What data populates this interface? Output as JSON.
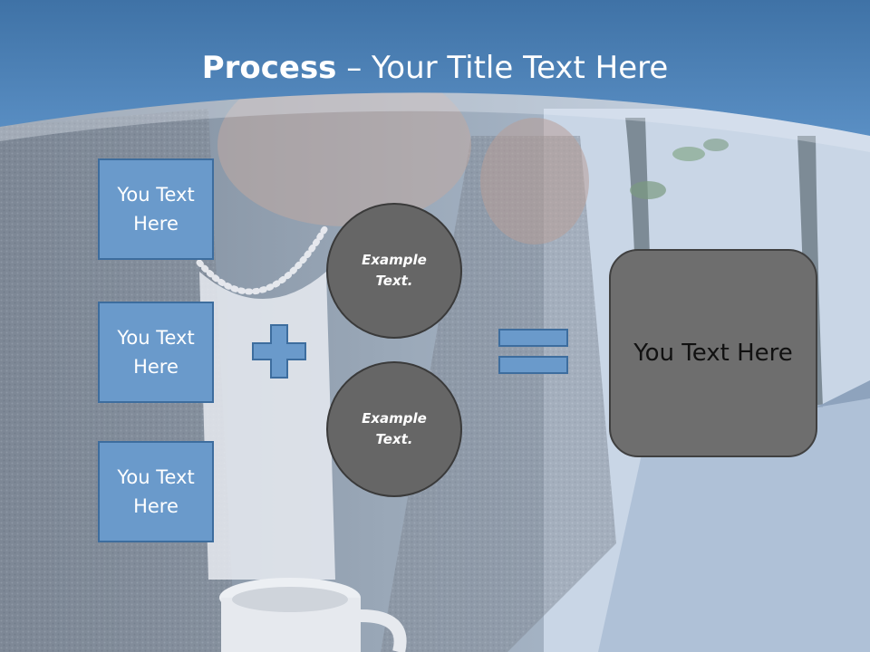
{
  "slide": {
    "title_bold": "Process",
    "title_rest": " – Your Title Text Here"
  },
  "left_boxes": [
    {
      "label": "You Text Here"
    },
    {
      "label": "You Text Here"
    },
    {
      "label": "You Text Here"
    }
  ],
  "circles": [
    {
      "label": "Example Text."
    },
    {
      "label": "Example Text."
    }
  ],
  "result": {
    "label": "You Text Here"
  },
  "operators": {
    "plus": "plus-icon",
    "equals": "equals-icon"
  },
  "colors": {
    "header_blue": "#4a7fb5",
    "box_blue": "#6a9acb",
    "circle_gray": "#666666",
    "result_gray": "#6e6e6e"
  }
}
